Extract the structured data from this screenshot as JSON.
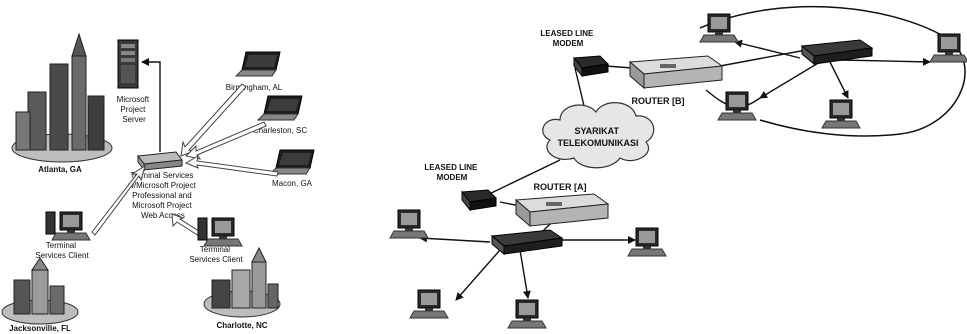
{
  "left": {
    "server": [
      "Microsoft",
      "Project",
      "Server"
    ],
    "hub": [
      "Terminal Services",
      "w/Microsoft Project",
      "Professional and",
      "Microsoft Project",
      "Web Access"
    ],
    "laptops": [
      "Birmingham, AL",
      "Charleston, SC",
      "Macon, GA"
    ],
    "clients": [
      [
        "Terminal",
        "Services Client"
      ],
      [
        "Terminal",
        "Services Client"
      ]
    ],
    "cities": [
      "Atlanta, GA",
      "Jacksonville, FL",
      "Charlotte, NC"
    ]
  },
  "right": {
    "modem_top": [
      "LEASED LINE",
      "MODEM"
    ],
    "modem_bottom": [
      "LEASED LINE",
      "MODEM"
    ],
    "router_b": "ROUTER  [B]",
    "router_a": "ROUTER  [A]",
    "cloud": [
      "SYARIKAT",
      "TELEKOMUNIKASI"
    ]
  }
}
